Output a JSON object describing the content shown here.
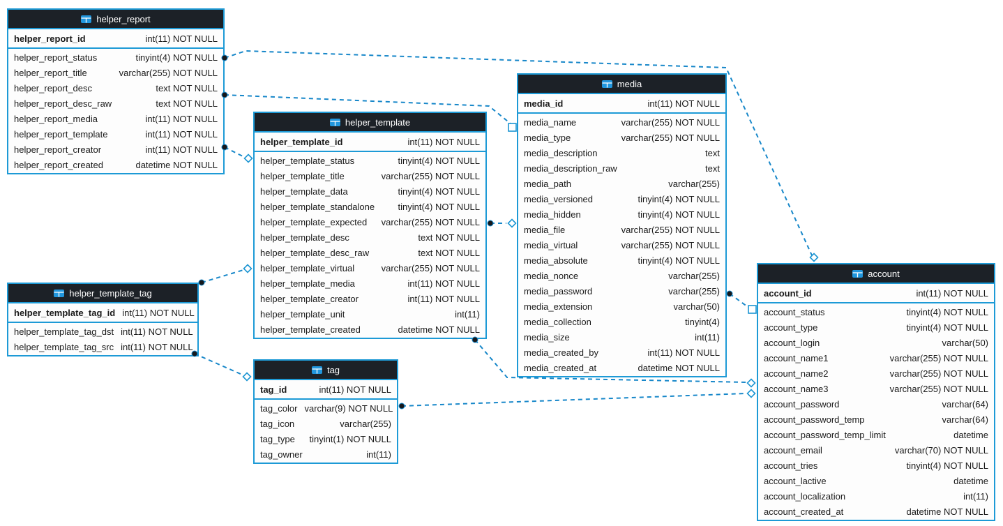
{
  "app": {
    "view_name": "database-schema-designer"
  },
  "colors": {
    "table_border": "#1d9ad6",
    "header_background": "#1c2127",
    "header_text": "#ffffff",
    "row_background": "#fdfdfd",
    "row_text": "#1a1a1a",
    "relation_line": "#1787c9",
    "table_icon_blue": "#2196dd"
  },
  "diagram": {
    "tables": [
      {
        "id": "helper_report",
        "title": "helper_report",
        "icon": "table-grid-icon",
        "pk": {
          "field": "helper_report_id",
          "type": "int(11) NOT NULL"
        },
        "columns": [
          {
            "field": "helper_report_status",
            "type": "tinyint(4) NOT NULL"
          },
          {
            "field": "helper_report_title",
            "type": "varchar(255) NOT NULL"
          },
          {
            "field": "helper_report_desc",
            "type": "text NOT NULL"
          },
          {
            "field": "helper_report_desc_raw",
            "type": "text NOT NULL"
          },
          {
            "field": "helper_report_media",
            "type": "int(11) NOT NULL"
          },
          {
            "field": "helper_report_template",
            "type": "int(11) NOT NULL"
          },
          {
            "field": "helper_report_creator",
            "type": "int(11) NOT NULL"
          },
          {
            "field": "helper_report_created",
            "type": "datetime NOT NULL"
          }
        ]
      },
      {
        "id": "helper_template",
        "title": "helper_template",
        "icon": "table-grid-icon",
        "pk": {
          "field": "helper_template_id",
          "type": "int(11) NOT NULL"
        },
        "columns": [
          {
            "field": "helper_template_status",
            "type": "tinyint(4) NOT NULL"
          },
          {
            "field": "helper_template_title",
            "type": "varchar(255) NOT NULL"
          },
          {
            "field": "helper_template_data",
            "type": "tinyint(4) NOT NULL"
          },
          {
            "field": "helper_template_standalone",
            "type": "tinyint(4) NOT NULL"
          },
          {
            "field": "helper_template_expected",
            "type": "varchar(255) NOT NULL"
          },
          {
            "field": "helper_template_desc",
            "type": "text NOT NULL"
          },
          {
            "field": "helper_template_desc_raw",
            "type": "text NOT NULL"
          },
          {
            "field": "helper_template_virtual",
            "type": "varchar(255) NOT NULL"
          },
          {
            "field": "helper_template_media",
            "type": "int(11) NOT NULL"
          },
          {
            "field": "helper_template_creator",
            "type": "int(11) NOT NULL"
          },
          {
            "field": "helper_template_unit",
            "type": "int(11)"
          },
          {
            "field": "helper_template_created",
            "type": "datetime NOT NULL"
          }
        ]
      },
      {
        "id": "media",
        "title": "media",
        "icon": "table-grid-icon",
        "pk": {
          "field": "media_id",
          "type": "int(11) NOT NULL"
        },
        "columns": [
          {
            "field": "media_name",
            "type": "varchar(255) NOT NULL"
          },
          {
            "field": "media_type",
            "type": "varchar(255) NOT NULL"
          },
          {
            "field": "media_description",
            "type": "text"
          },
          {
            "field": "media_description_raw",
            "type": "text"
          },
          {
            "field": "media_path",
            "type": "varchar(255)"
          },
          {
            "field": "media_versioned",
            "type": "tinyint(4) NOT NULL"
          },
          {
            "field": "media_hidden",
            "type": "tinyint(4) NOT NULL"
          },
          {
            "field": "media_file",
            "type": "varchar(255) NOT NULL"
          },
          {
            "field": "media_virtual",
            "type": "varchar(255) NOT NULL"
          },
          {
            "field": "media_absolute",
            "type": "tinyint(4) NOT NULL"
          },
          {
            "field": "media_nonce",
            "type": "varchar(255)"
          },
          {
            "field": "media_password",
            "type": "varchar(255)"
          },
          {
            "field": "media_extension",
            "type": "varchar(50)"
          },
          {
            "field": "media_collection",
            "type": "tinyint(4)"
          },
          {
            "field": "media_size",
            "type": "int(11)"
          },
          {
            "field": "media_created_by",
            "type": "int(11) NOT NULL"
          },
          {
            "field": "media_created_at",
            "type": "datetime NOT NULL"
          }
        ]
      },
      {
        "id": "account",
        "title": "account",
        "icon": "table-grid-icon",
        "pk": {
          "field": "account_id",
          "type": "int(11) NOT NULL"
        },
        "columns": [
          {
            "field": "account_status",
            "type": "tinyint(4) NOT NULL"
          },
          {
            "field": "account_type",
            "type": "tinyint(4) NOT NULL"
          },
          {
            "field": "account_login",
            "type": "varchar(50)"
          },
          {
            "field": "account_name1",
            "type": "varchar(255) NOT NULL"
          },
          {
            "field": "account_name2",
            "type": "varchar(255) NOT NULL"
          },
          {
            "field": "account_name3",
            "type": "varchar(255) NOT NULL"
          },
          {
            "field": "account_password",
            "type": "varchar(64)"
          },
          {
            "field": "account_password_temp",
            "type": "varchar(64)"
          },
          {
            "field": "account_password_temp_limit",
            "type": "datetime"
          },
          {
            "field": "account_email",
            "type": "varchar(70) NOT NULL"
          },
          {
            "field": "account_tries",
            "type": "tinyint(4) NOT NULL"
          },
          {
            "field": "account_lactive",
            "type": "datetime"
          },
          {
            "field": "account_localization",
            "type": "int(11)"
          },
          {
            "field": "account_created_at",
            "type": "datetime NOT NULL"
          }
        ]
      },
      {
        "id": "helper_template_tag",
        "title": "helper_template_tag",
        "icon": "table-grid-icon",
        "pk": {
          "field": "helper_template_tag_id",
          "type": "int(11) NOT NULL"
        },
        "columns": [
          {
            "field": "helper_template_tag_dst",
            "type": "int(11) NOT NULL"
          },
          {
            "field": "helper_template_tag_src",
            "type": "int(11) NOT NULL"
          }
        ]
      },
      {
        "id": "tag",
        "title": "tag",
        "icon": "table-grid-icon",
        "pk": {
          "field": "tag_id",
          "type": "int(11) NOT NULL"
        },
        "columns": [
          {
            "field": "tag_color",
            "type": "varchar(9) NOT NULL"
          },
          {
            "field": "tag_icon",
            "type": "varchar(255)"
          },
          {
            "field": "tag_type",
            "type": "tinyint(1) NOT NULL"
          },
          {
            "field": "tag_owner",
            "type": "int(11)"
          }
        ]
      }
    ],
    "relations": [
      {
        "from": "helper_report",
        "to": "account"
      },
      {
        "from": "helper_report",
        "to": "media"
      },
      {
        "from": "helper_report",
        "to": "helper_template"
      },
      {
        "from": "helper_template",
        "to": "media"
      },
      {
        "from": "helper_template",
        "to": "account"
      },
      {
        "from": "helper_template_tag",
        "to": "helper_template"
      },
      {
        "from": "helper_template_tag",
        "to": "tag"
      },
      {
        "from": "tag",
        "to": "account"
      },
      {
        "from": "media",
        "to": "account"
      }
    ]
  }
}
